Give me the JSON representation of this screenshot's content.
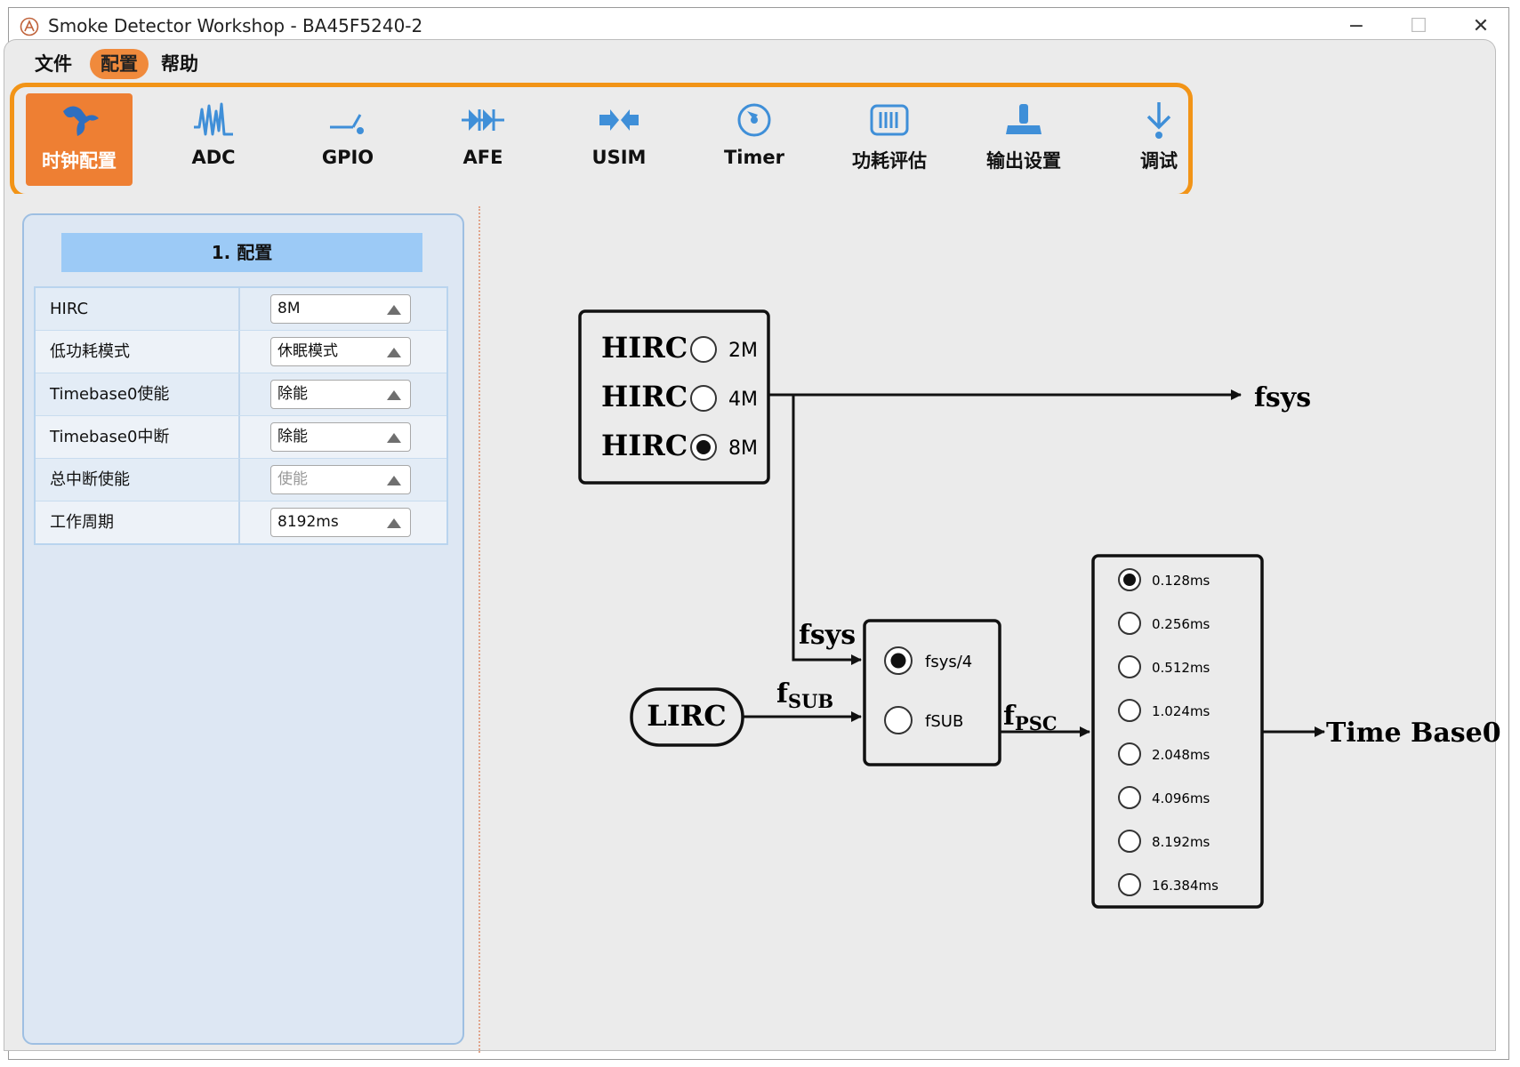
{
  "window": {
    "title": "Smoke Detector Workshop - BA45F5240-2",
    "minimize_glyph": "−",
    "maximize_glyph": "☐",
    "close_glyph": "✕"
  },
  "menu": [
    "文件",
    "配置",
    "帮助"
  ],
  "menu_active_index": 1,
  "toolbar": {
    "items": [
      {
        "label": "时钟配置",
        "icon": "clock-config-icon"
      },
      {
        "label": "ADC",
        "icon": "adc-wave-icon"
      },
      {
        "label": "GPIO",
        "icon": "gpio-icon"
      },
      {
        "label": "AFE",
        "icon": "afe-icon"
      },
      {
        "label": "USIM",
        "icon": "usim-icon"
      },
      {
        "label": "Timer",
        "icon": "timer-icon"
      },
      {
        "label": "功耗评估",
        "icon": "power-estimate-icon"
      },
      {
        "label": "输出设置",
        "icon": "output-settings-icon"
      },
      {
        "label": "调试",
        "icon": "debug-arrow-icon"
      }
    ],
    "active_index": 0,
    "accent": "#ee7f33",
    "icon_color": "#3f8fd8"
  },
  "config_panel": {
    "title": "1. 配置",
    "rows": [
      {
        "label": "HIRC",
        "value": "8M",
        "enabled": true
      },
      {
        "label": "低功耗模式",
        "value": "休眠模式",
        "enabled": true
      },
      {
        "label": "Timebase0使能",
        "value": "除能",
        "enabled": true
      },
      {
        "label": "Timebase0中断",
        "value": "除能",
        "enabled": true
      },
      {
        "label": "总中断使能",
        "value": "使能",
        "enabled": false
      },
      {
        "label": "工作周期",
        "value": "8192ms",
        "enabled": true
      }
    ]
  },
  "diagram": {
    "hirc_label": "HIRC",
    "hirc_options": [
      "2M",
      "4M",
      "8M"
    ],
    "hirc_selected": 2,
    "fsys_out": "fsys",
    "fsys_in": "fsys",
    "lirc": "LIRC",
    "fsub_main": "f",
    "fsub_sub": "SUB",
    "fpsc_main": "f",
    "fpsc_sub": "PSC",
    "src_options": [
      "fsys/4",
      "fSUB"
    ],
    "src_selected": 0,
    "period_options": [
      "0.128ms",
      "0.256ms",
      "0.512ms",
      "1.024ms",
      "2.048ms",
      "4.096ms",
      "8.192ms",
      "16.384ms"
    ],
    "period_selected": 0,
    "timebase_out": "Time Base0"
  }
}
